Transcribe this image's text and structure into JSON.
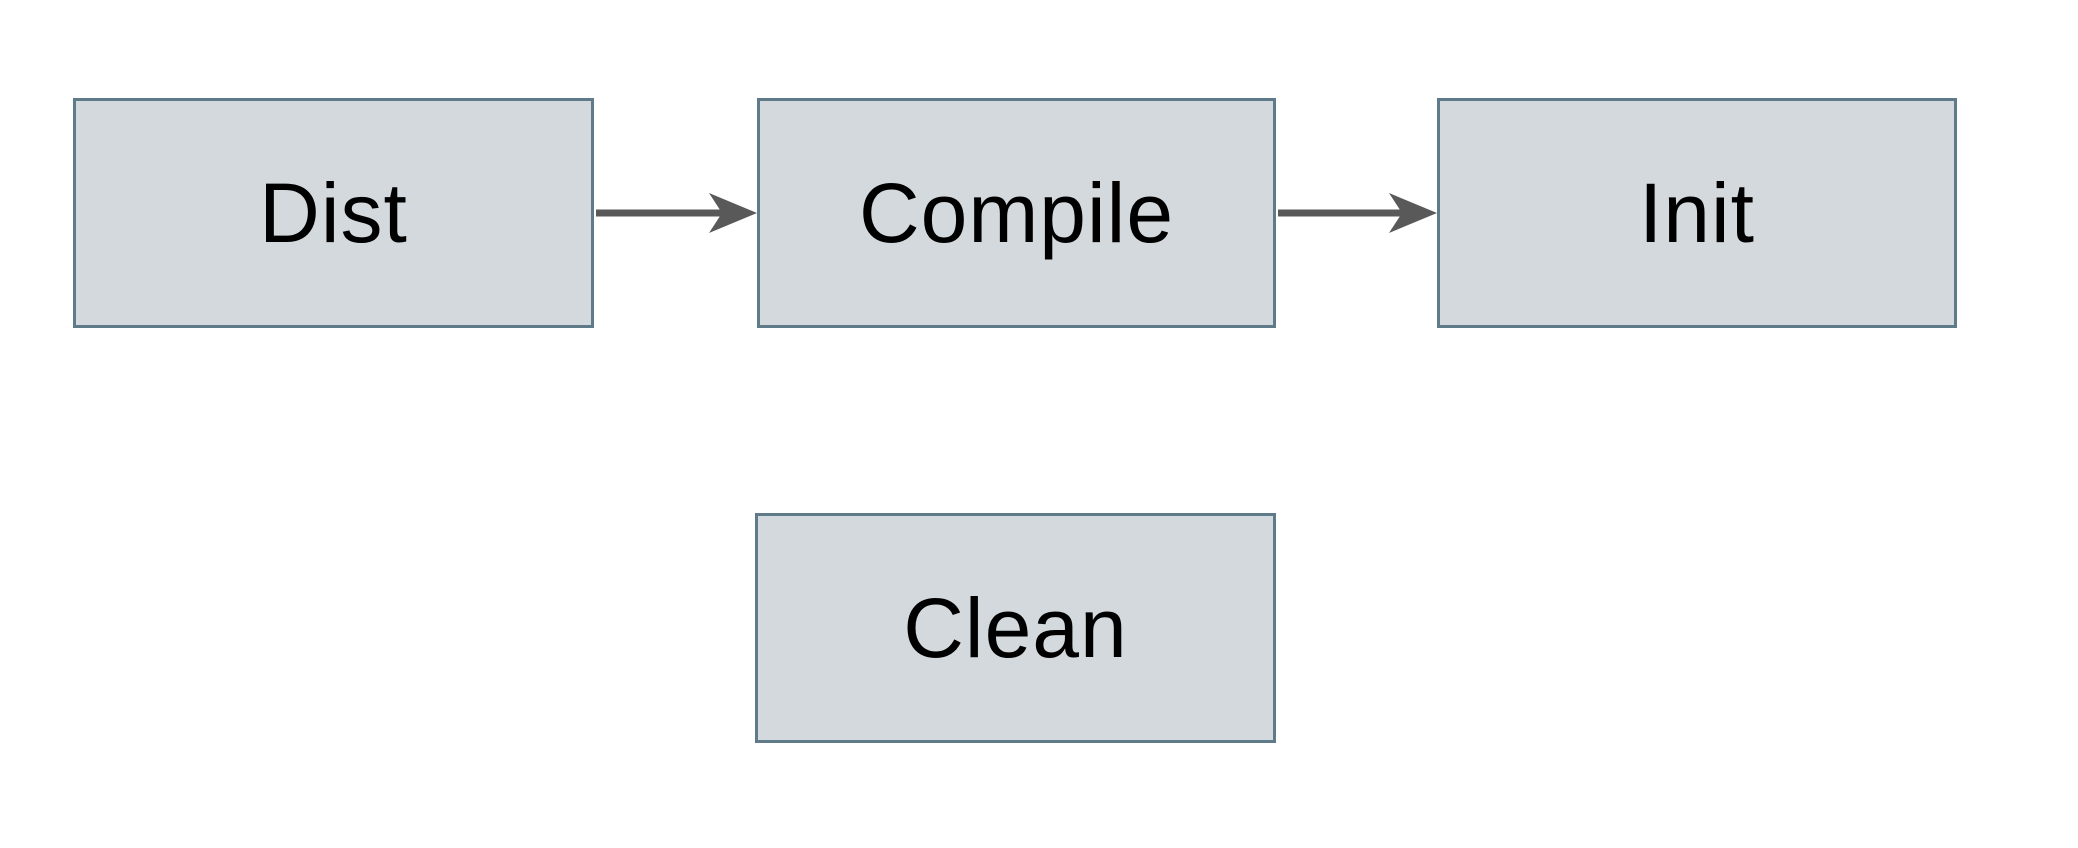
{
  "diagram": {
    "background": "#ffffff",
    "node_fill": "#d3d9dc",
    "node_border": "#5f7a89",
    "arrow_color": "#595959",
    "label_color": "#000000",
    "nodes": {
      "dist": {
        "label": "Dist"
      },
      "compile": {
        "label": "Compile"
      },
      "init": {
        "label": "Init"
      },
      "clean": {
        "label": "Clean"
      }
    },
    "edges": [
      {
        "from": "Dist",
        "to": "Compile"
      },
      {
        "from": "Compile",
        "to": "Init"
      }
    ]
  }
}
